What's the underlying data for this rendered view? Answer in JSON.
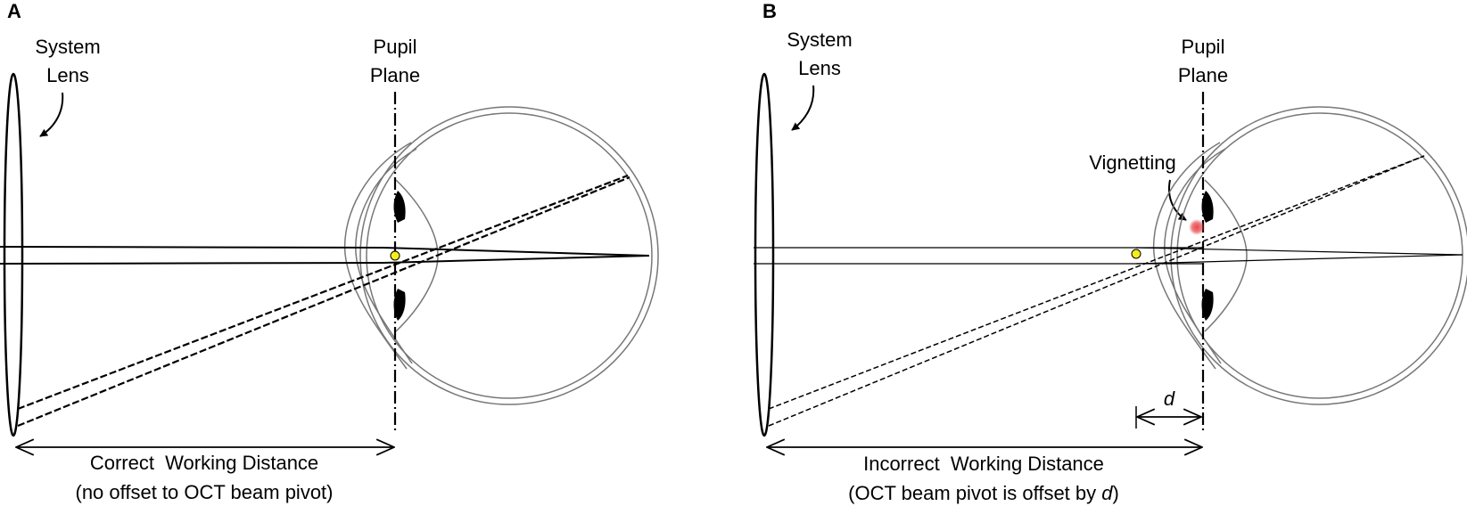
{
  "panels": [
    {
      "letter": "A",
      "lens_label_line1": "System",
      "lens_label_line2": "Lens",
      "pupil_label_line1": "Pupil",
      "pupil_label_line2": "Plane",
      "distance_label": "Correct  Working Distance",
      "distance_note": "(no offset to OCT beam pivot)"
    },
    {
      "letter": "B",
      "lens_label_line1": "System",
      "lens_label_line2": "Lens",
      "pupil_label_line1": "Pupil",
      "pupil_label_line2": "Plane",
      "vignetting_label": "Vignetting",
      "offset_label": "d",
      "distance_label": "Incorrect  Working Distance",
      "distance_note_prefix": "(OCT beam pivot is offset by ",
      "distance_note_var": "d",
      "distance_note_suffix": ")"
    }
  ],
  "colors": {
    "pivot": "#f2ee1a",
    "vignetting": "#e8474c",
    "eye_outline": "#777777",
    "ink": "#000000"
  }
}
